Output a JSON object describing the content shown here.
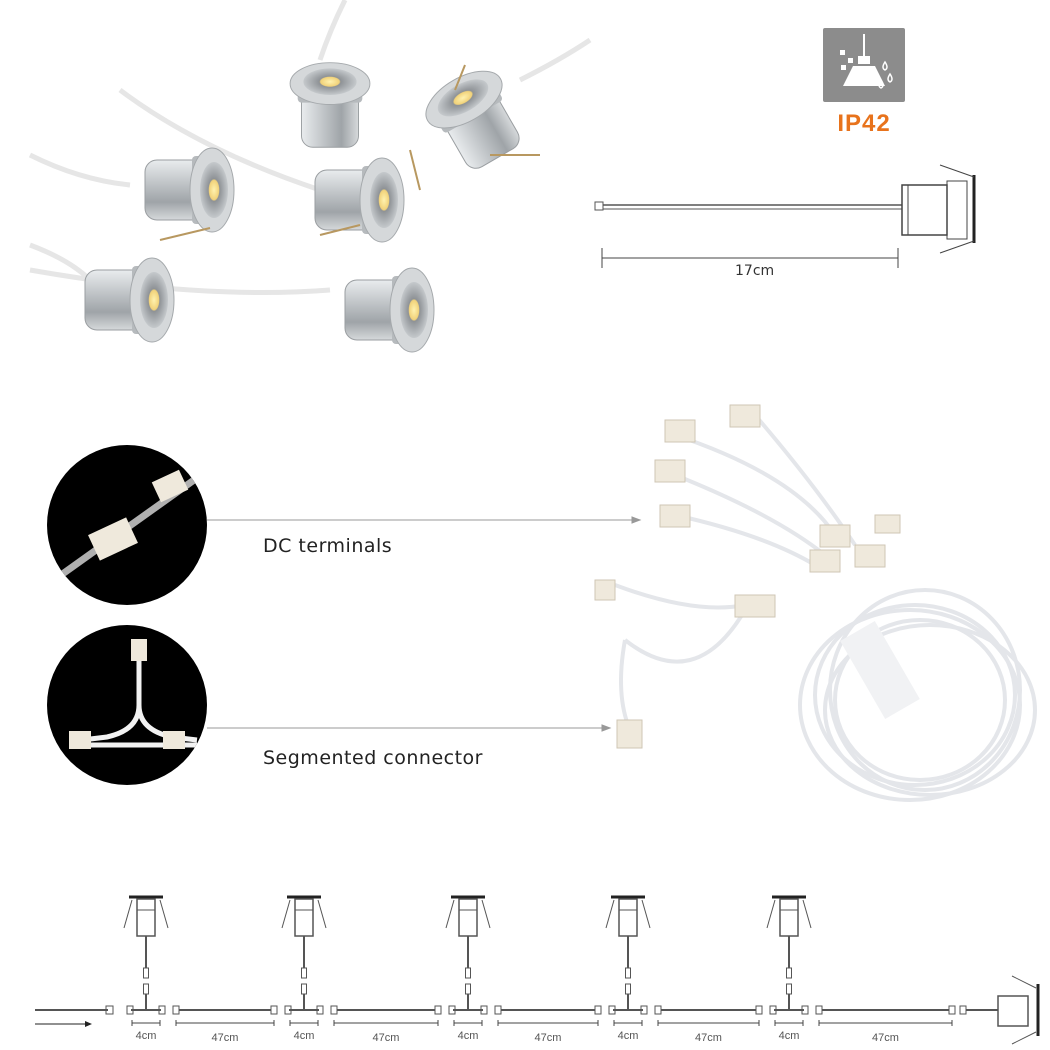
{
  "ip_rating": {
    "label": "IP42",
    "icon": "water-dust-lamp-icon",
    "color": "#e8731c"
  },
  "dimension": {
    "length_label": "17cm"
  },
  "callouts": [
    {
      "label": "DC terminals"
    },
    {
      "label": "Segmented connector"
    }
  ],
  "wiring_diagram": {
    "lamp_count": 5,
    "segments": [
      {
        "tee": "4cm",
        "cable": "47cm"
      },
      {
        "tee": "4cm",
        "cable": "47cm"
      },
      {
        "tee": "4cm",
        "cable": "47cm"
      },
      {
        "tee": "4cm",
        "cable": "47cm"
      },
      {
        "tee": "4cm",
        "cable": "47cm"
      }
    ]
  }
}
